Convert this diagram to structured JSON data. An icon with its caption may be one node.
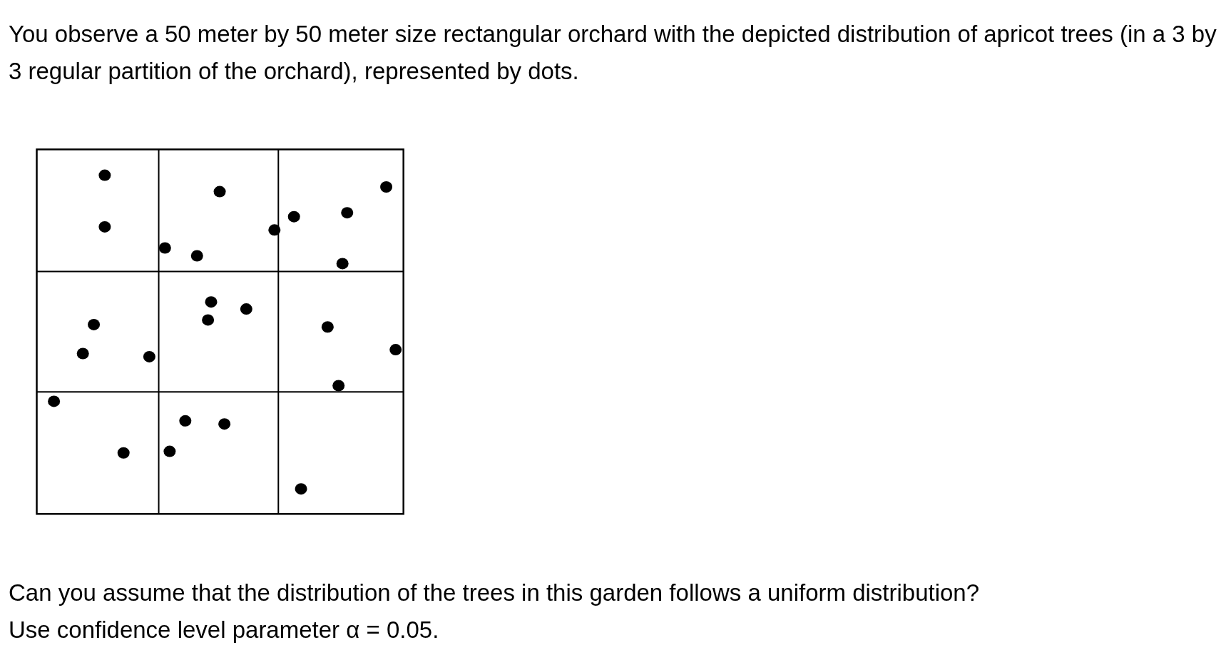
{
  "diagram": {
    "labels": [
      "You observe a 50 meter by 50 meter size rectangular orchard with the depicted distribution of apricot trees (in a 3 by 3 regular partition of the orchard), represented by dots.",
      "Can you assume that the distribution of the trees in this garden follows a uniform distribution?",
      "Use confidence level parameter α = 0.05."
    ]
  }
}
